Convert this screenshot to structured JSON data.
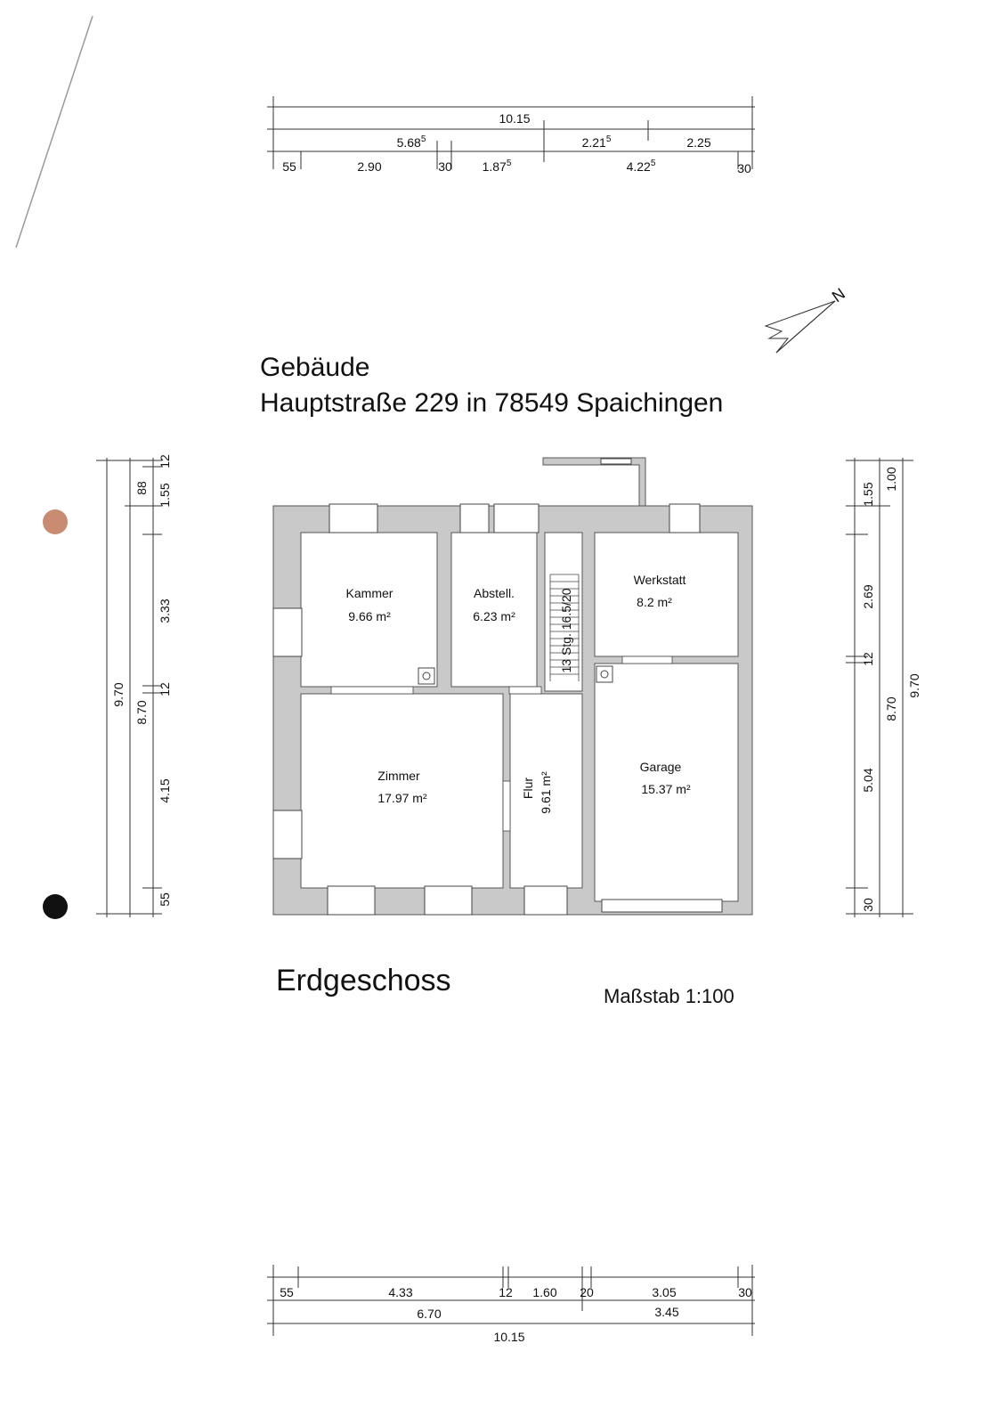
{
  "header": {
    "title_line1": "Gebäude",
    "title_line2": "Hauptstraße 229 in 78549 Spaichingen"
  },
  "footer": {
    "floor_name": "Erdgeschoss",
    "scale": "Maßstab 1:100"
  },
  "north_arrow": {
    "label": "N",
    "icon": "north-arrow-icon"
  },
  "rooms": [
    {
      "name": "Kammer",
      "area": "9.66 m²"
    },
    {
      "name": "Abstell.",
      "area": "6.23 m²"
    },
    {
      "name": "Werkstatt",
      "area": "8.2 m²"
    },
    {
      "name": "Zimmer",
      "area": "17.97 m²"
    },
    {
      "name": "Flur",
      "area": "9.61 m²"
    },
    {
      "name": "Garage",
      "area": "15.37 m²"
    }
  ],
  "stairs": {
    "label": "13 Stg. 16.5/20"
  },
  "dims_top": {
    "total": "10.15",
    "mid": [
      {
        "base": "5.68",
        "sup": "5"
      },
      {
        "base": "2.21",
        "sup": "5"
      },
      {
        "base": "2.25",
        "sup": ""
      }
    ],
    "detail": [
      {
        "base": "55",
        "sup": ""
      },
      {
        "base": "2.90",
        "sup": ""
      },
      {
        "base": "30",
        "sup": ""
      },
      {
        "base": "1.87",
        "sup": "5"
      },
      {
        "base": "4.22",
        "sup": "5"
      },
      {
        "base": "30",
        "sup": ""
      }
    ]
  },
  "dims_bottom": {
    "detail": [
      "55",
      "4.33",
      "12",
      "1.60",
      "20",
      "3.05",
      "30"
    ],
    "mid": [
      "6.70",
      "3.45"
    ],
    "total": "10.15"
  },
  "dims_left": {
    "total": "9.70",
    "mid": "8.70",
    "small": "88",
    "detail": [
      "12",
      "1.55",
      "3.33",
      "12",
      "4.15",
      "55"
    ]
  },
  "dims_right": {
    "total": "9.70",
    "mid": "8.70",
    "small": "1.00",
    "detail": [
      "1.55",
      "2.69",
      "12",
      "5.04",
      "30"
    ]
  },
  "colors": {
    "wall": "#c9c9c9",
    "line": "#333333"
  }
}
